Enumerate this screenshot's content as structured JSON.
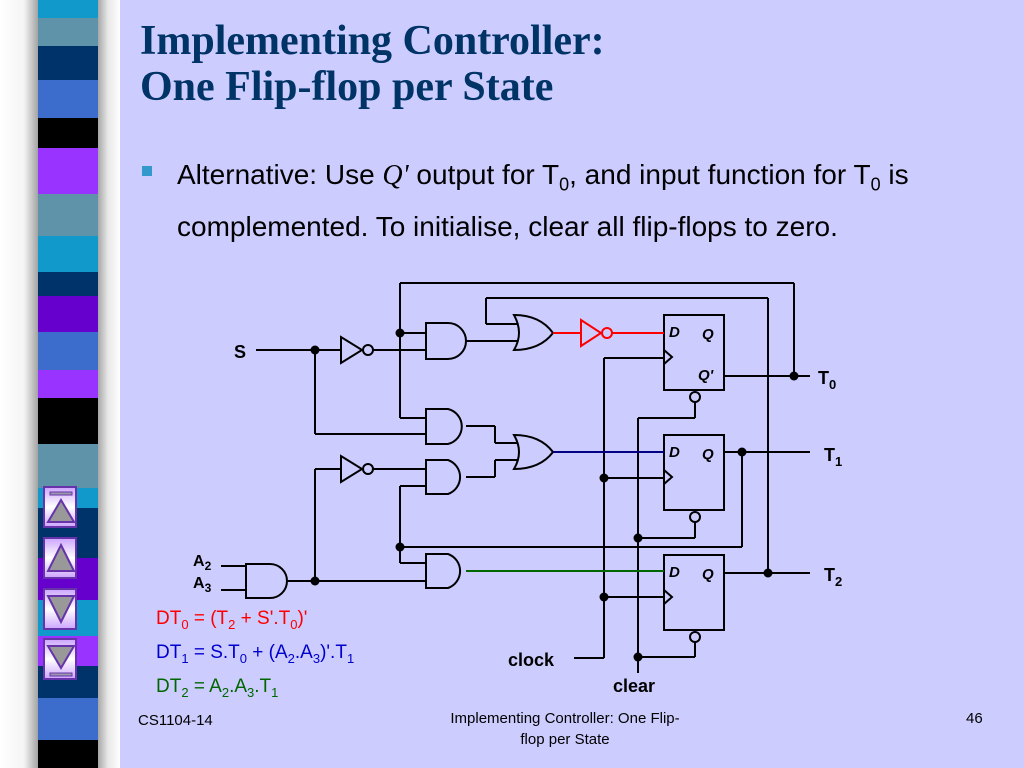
{
  "slide": {
    "title_line1": "Implementing Controller:",
    "title_line2": "One Flip-flop per State",
    "bullet": {
      "part1": "Alternative:  Use ",
      "q_prime": "Q'",
      "part2": " output for T",
      "sub0": "0",
      "part3": ", and input function for T",
      "sub1": "0",
      "part4": " is complemented.  To initialise, clear all flip-flops to zero."
    },
    "equations": [
      {
        "lhs": "DT",
        "lhs_sub": "0",
        "rhs_html_parts": [
          "(T",
          "2",
          " + S'.T",
          "0",
          ")'"
        ],
        "color": "#ff0000"
      },
      {
        "lhs": "DT",
        "lhs_sub": "1",
        "rhs_html_parts": [
          "S.T",
          "0",
          " + (A",
          "2",
          ".A",
          "3",
          ")'.T",
          "1"
        ],
        "color": "#0000cc"
      },
      {
        "lhs": "DT",
        "lhs_sub": "2",
        "rhs_html_parts": [
          "A",
          "2",
          ".A",
          "3",
          ".T",
          "1"
        ],
        "color": "#006600"
      }
    ],
    "footer": {
      "left": "CS1104-14",
      "center_line1": "Implementing Controller: One Flip-",
      "center_line2": "flop per State",
      "page": "46"
    }
  },
  "circuit": {
    "inputs": {
      "s": "S",
      "a2": "A",
      "a2_sub": "2",
      "a3": "A",
      "a3_sub": "3",
      "clock": "clock",
      "clear": "clear"
    },
    "outputs": [
      {
        "label": "T",
        "sub": "0"
      },
      {
        "label": "T",
        "sub": "1"
      },
      {
        "label": "T",
        "sub": "2"
      }
    ],
    "flipflop_labels": {
      "d": "D",
      "q": "Q",
      "q_prime": "Q'"
    },
    "wire_colors": {
      "dt0": "#ff0000",
      "dt1": "#000080",
      "dt2": "#006600",
      "default": "#000000"
    }
  },
  "navigation": {
    "buttons": [
      {
        "name": "first-slide",
        "icon": "skip-to-start-icon"
      },
      {
        "name": "previous-slide",
        "icon": "triangle-up-icon"
      },
      {
        "name": "next-slide",
        "icon": "triangle-down-icon"
      },
      {
        "name": "last-slide",
        "icon": "skip-to-end-icon"
      }
    ]
  },
  "theme": {
    "background": "#ccccff",
    "title_color": "#003366",
    "bullet_color": "#3399cc"
  }
}
